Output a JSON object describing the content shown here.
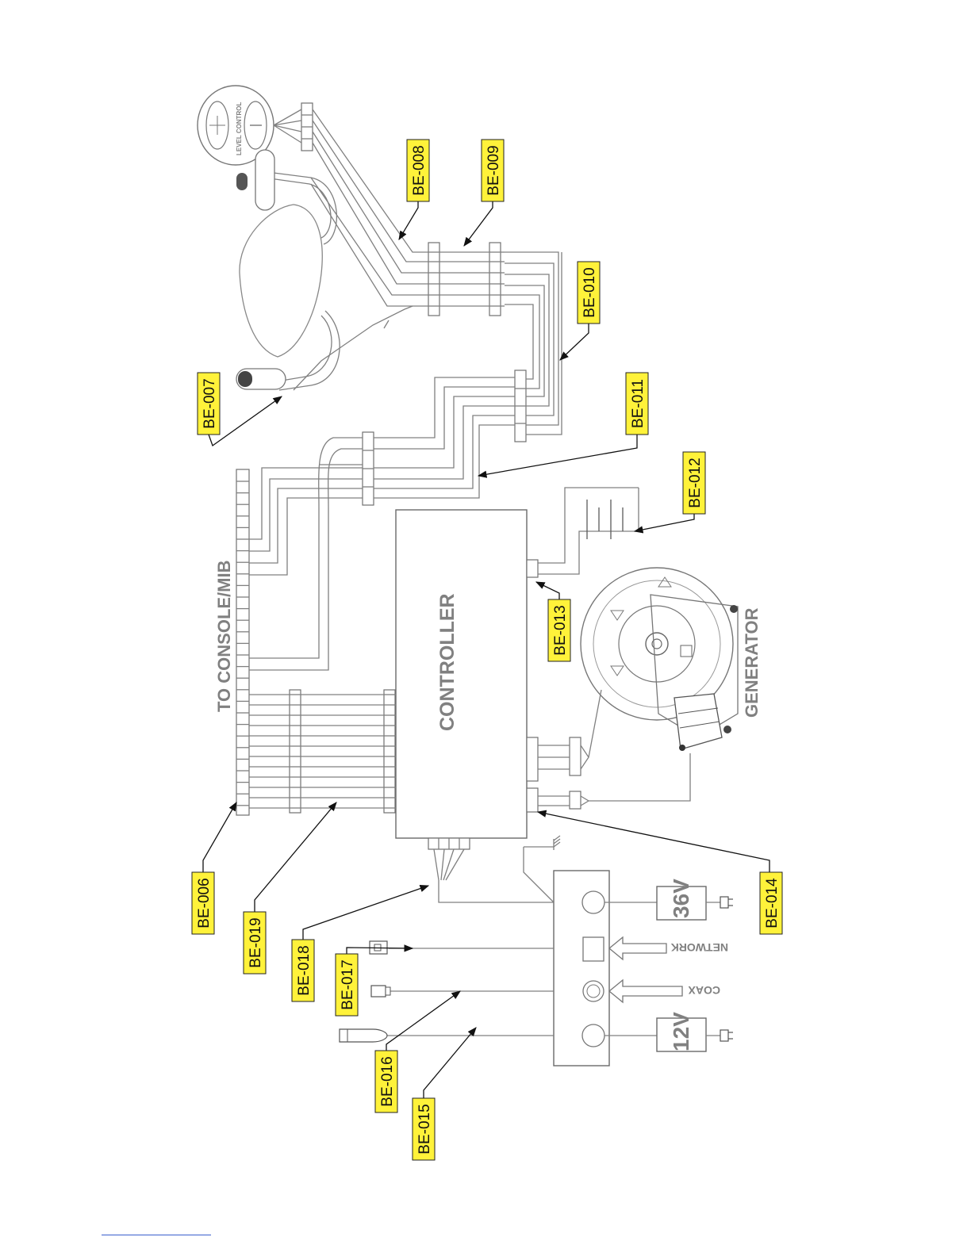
{
  "labels": {
    "console": "TO CONSOLE/MIB",
    "controller": "CONTROLLER",
    "generator": "GENERATOR",
    "level_control": "LEVEL CONTROL",
    "network": "NETWORK",
    "coax": "COAX",
    "v36": "36V",
    "v12": "12V"
  },
  "parts": {
    "be006": "BE-006",
    "be007": "BE-007",
    "be008": "BE-008",
    "be009": "BE-009",
    "be010": "BE-010",
    "be011": "BE-011",
    "be012": "BE-012",
    "be013": "BE-013",
    "be014": "BE-014",
    "be015": "BE-015",
    "be016": "BE-016",
    "be017": "BE-017",
    "be018": "BE-018",
    "be019": "BE-019"
  },
  "colors": {
    "callout_fill": "#fff23a",
    "wire": "#808080"
  }
}
